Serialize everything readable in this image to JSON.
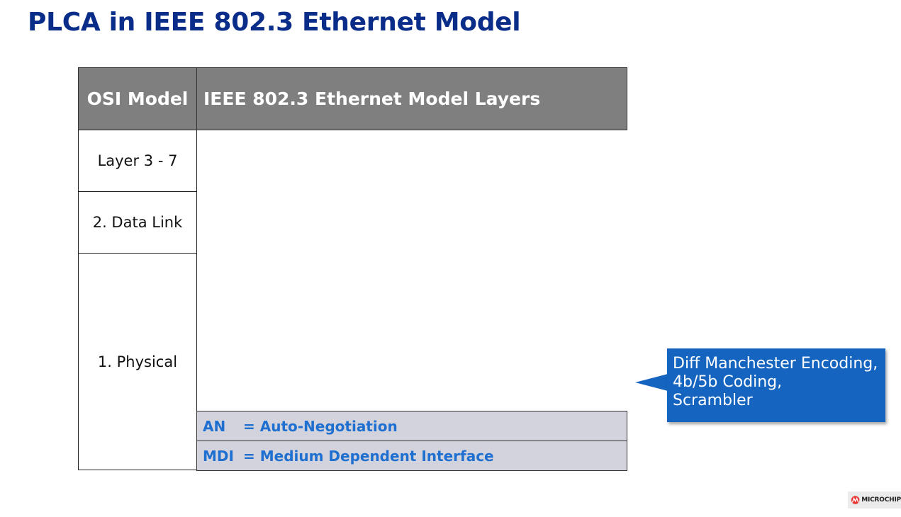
{
  "title": "PLCA in IEEE 802.3 Ethernet Model",
  "table": {
    "header_osi": "OSI Model",
    "header_ieee": "IEEE 802.3 Ethernet Model Layers",
    "osi_rows": [
      "Layer 3 - 7",
      "2. Data Link",
      "1. Physical"
    ],
    "legend": [
      {
        "abbr": "AN",
        "text": "= Auto-Negotiation"
      },
      {
        "abbr": "MDI",
        "text": "= Medium Dependent Interface"
      }
    ]
  },
  "callout": {
    "lines": [
      "Diff Manchester Encoding,",
      "4b/5b Coding,",
      "Scrambler"
    ],
    "color": "#1565c0"
  },
  "logo": {
    "text": "MICROCHIP",
    "icon": "microchip-logo-icon",
    "color": "#e53935"
  },
  "colors": {
    "title": "#0a2d8a",
    "header_bg": "#7f7f7f",
    "legend_bg": "#d3d3dd",
    "legend_text": "#1e6fd0"
  }
}
